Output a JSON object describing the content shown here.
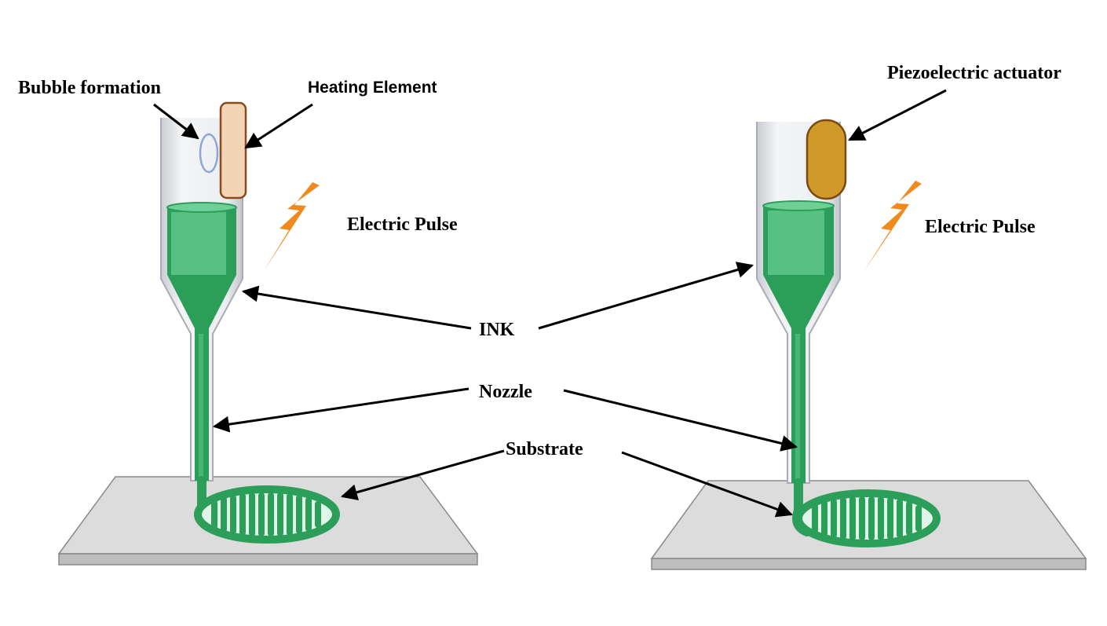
{
  "labels": {
    "bubble_formation": "Bubble formation",
    "heating_element": "Heating Element",
    "electric_pulse_left": "Electric Pulse",
    "piezoelectric_actuator": "Piezoelectric actuator",
    "electric_pulse_right": "Electric Pulse",
    "ink": "INK",
    "nozzle": "Nozzle",
    "substrate": "Substrate"
  },
  "colors": {
    "ink_green": "#2b9e5a",
    "ink_light": "#5cc485",
    "tube_glass": "#e6e8ec",
    "tube_outline": "#a9adb3",
    "heater_fill": "#f2d5b4",
    "heater_stroke": "#8a4a1e",
    "piezo_fill": "#cf9a2a",
    "piezo_stroke": "#7a4a12",
    "bolt": "#f08a1e",
    "bubble": "#8fa7d6",
    "substrate_top": "#dcdcdc",
    "substrate_side": "#bdbdbd"
  }
}
